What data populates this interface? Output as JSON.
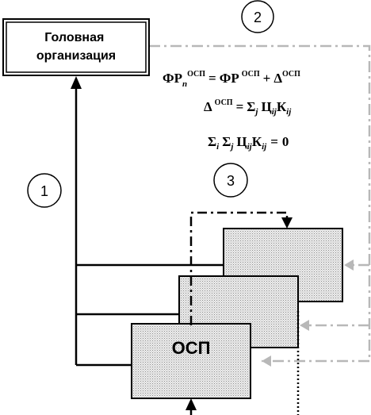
{
  "head_org": {
    "line1": "Головная",
    "line2": "организация"
  },
  "osp_label": "ОСП",
  "markers": [
    "1",
    "2",
    "3"
  ],
  "formulas": {
    "f1": {
      "FR": "ФР",
      "n": "n",
      "osp": "ОСП",
      "eq": "=",
      "FR2": "ФР",
      "osp2": "ОСП",
      "plus": "+",
      "delta": "Δ",
      "osp3": "ОСП"
    },
    "f2": {
      "delta": "Δ",
      "osp": "ОСП",
      "eq": "=",
      "sum": "Σ",
      "j": "j",
      "C": "Ц",
      "ij": "ij",
      "K": "К",
      "ij2": "ij"
    },
    "f3": {
      "sum": "Σ",
      "i": "i",
      "sum2": "Σ",
      "j": "j",
      "C": "Ц",
      "ij": "ij",
      "K": "К",
      "ij2": "ij",
      "eq": "=",
      "zero": "0"
    }
  },
  "colors": {
    "line": "#000000",
    "dashed": "#b8b8b8",
    "box_fill": "#e6e6e6",
    "box_pattern_dot": "#9a9a9a"
  }
}
